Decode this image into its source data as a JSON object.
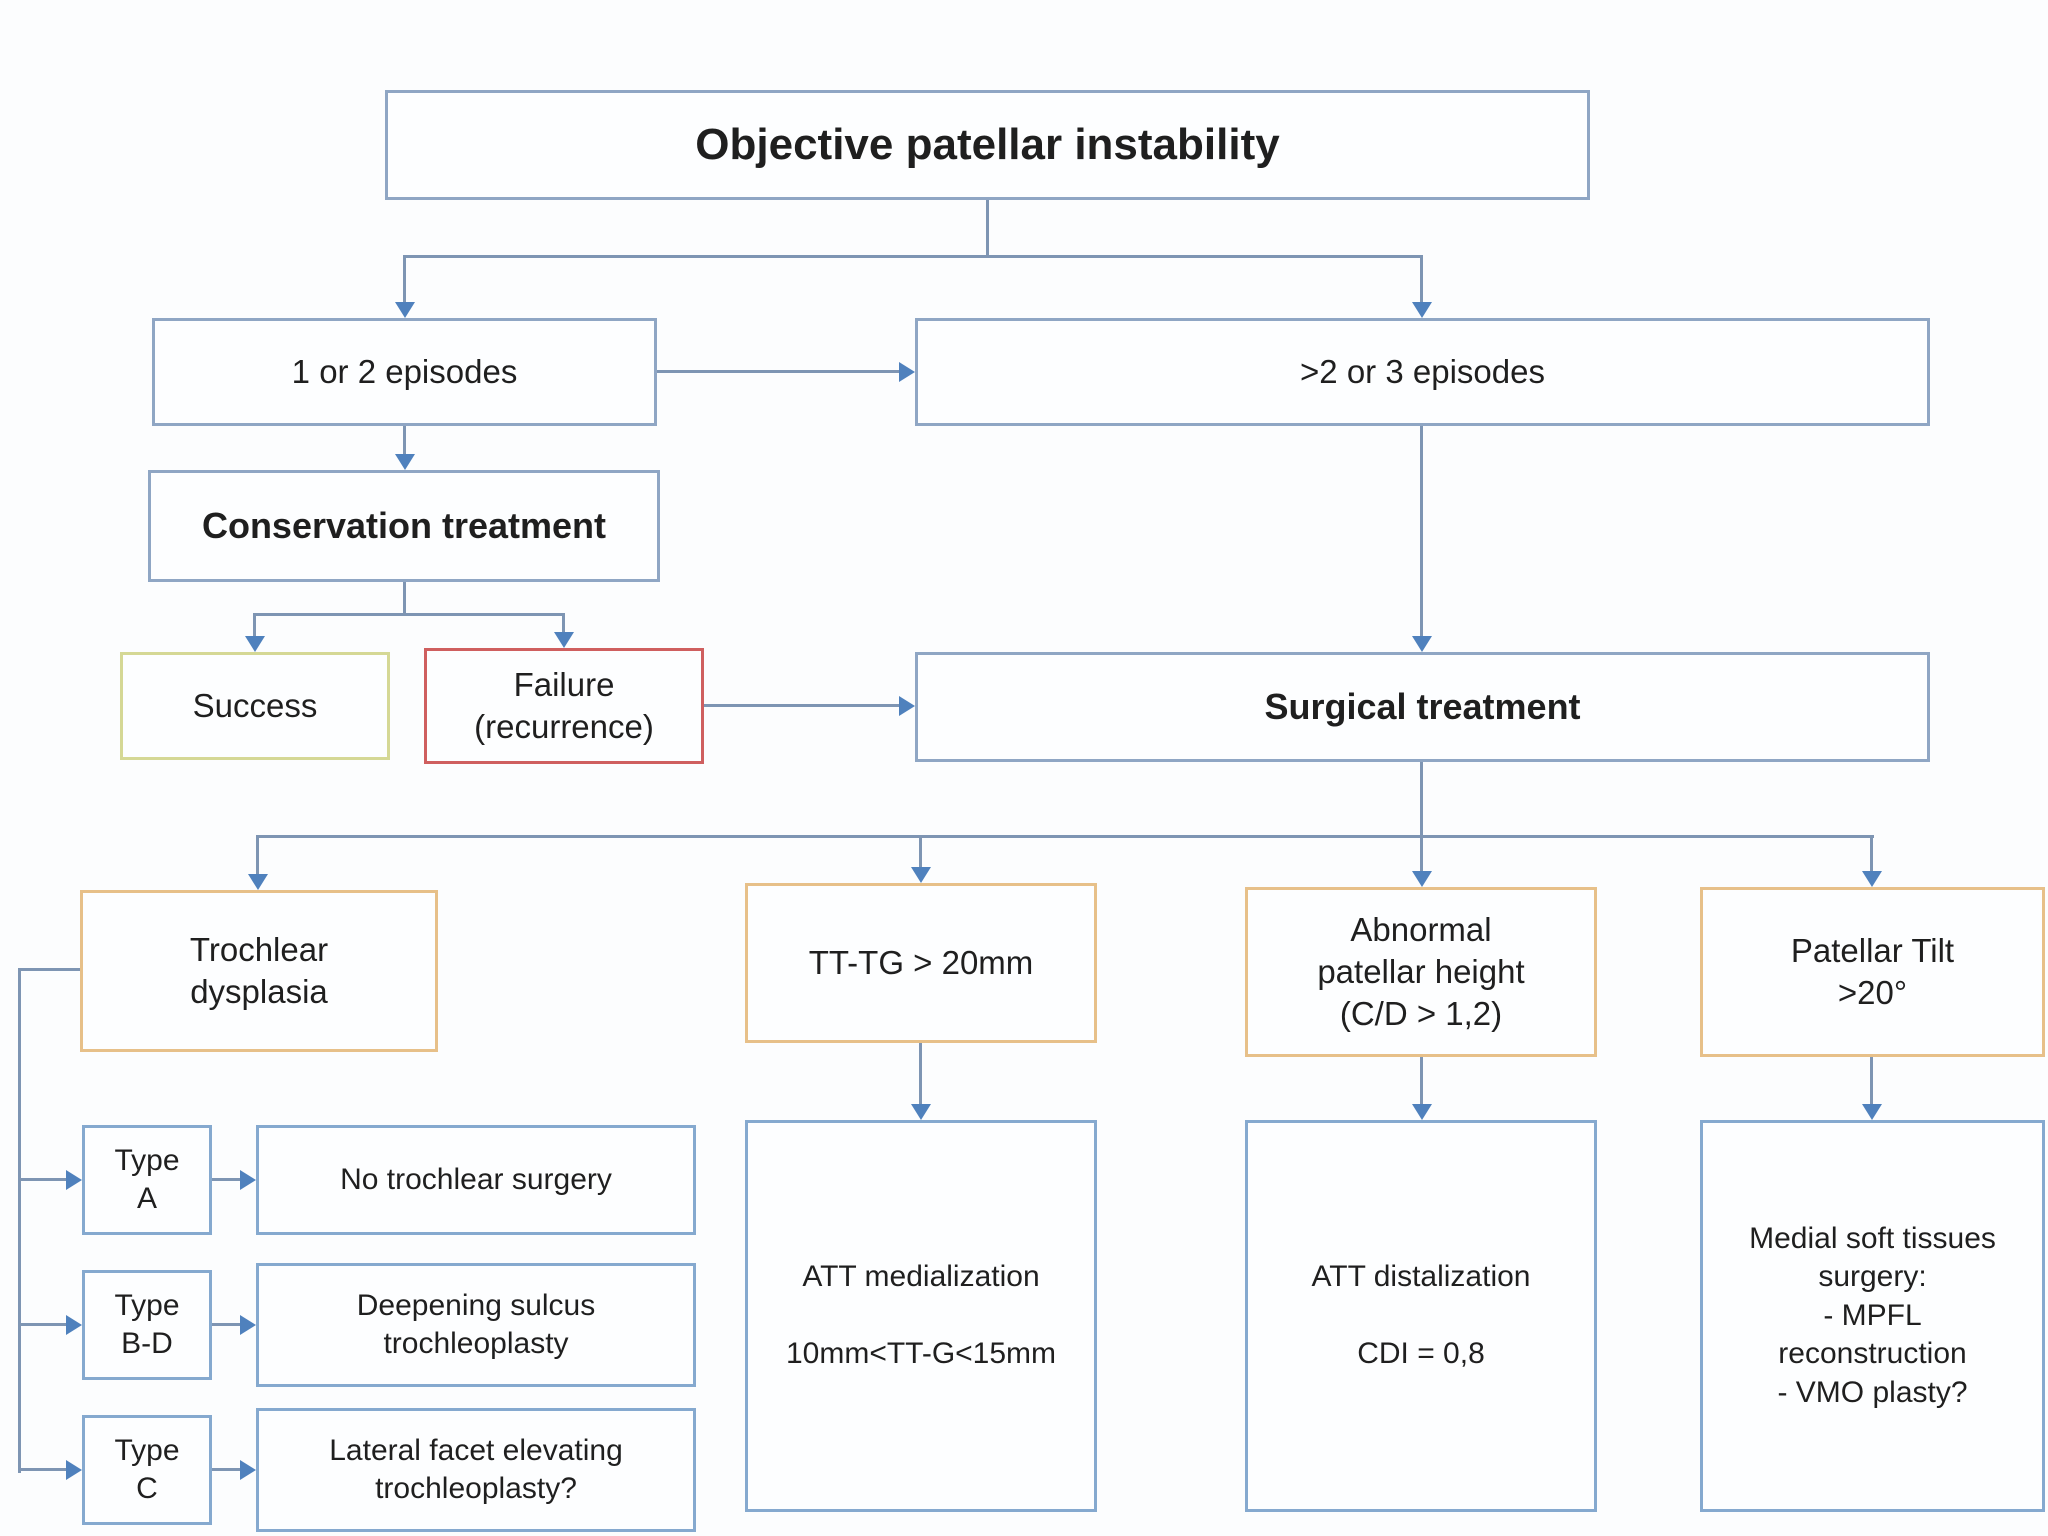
{
  "diagram": {
    "title": "Objective patellar instability",
    "nodes": {
      "episodes_1_2": {
        "label": "1 or 2 episodes"
      },
      "episodes_gt2_3": {
        "label": ">2 or 3 episodes"
      },
      "conservation": {
        "label": "Conservation treatment"
      },
      "success": {
        "label": "Success"
      },
      "failure": {
        "label": "Failure\n(recurrence)"
      },
      "surgical": {
        "label": "Surgical treatment"
      },
      "trochlear_dysplasia": {
        "label": "Trochlear\ndysplasia"
      },
      "tt_tg": {
        "label": "TT-TG > 20mm"
      },
      "abnormal_height": {
        "label": "Abnormal\npatellar height\n(C/D > 1,2)"
      },
      "patellar_tilt": {
        "label": "Patellar Tilt\n>20°"
      },
      "type_a": {
        "label": "Type\nA"
      },
      "no_trochlear_surgery": {
        "label": "No trochlear surgery"
      },
      "type_bd": {
        "label": "Type\nB-D"
      },
      "deepening_sulcus": {
        "label": "Deepening sulcus\ntrochleoplasty"
      },
      "type_c": {
        "label": "Type\nC"
      },
      "lateral_facet": {
        "label": "Lateral facet elevating\ntrochleoplasty?"
      },
      "att_medialization": {
        "label": "ATT medialization\n\n10mm<TT-G<15mm"
      },
      "att_distalization": {
        "label": "ATT distalization\n\nCDI = 0,8"
      },
      "medial_soft_tissues": {
        "label": "Medial soft tissues\nsurgery:\n- MPFL\nreconstruction\n- VMO plasty?"
      }
    },
    "colors": {
      "line": "#7e95b3",
      "arrow": "#4f81bd",
      "box_border_blue": "#8fa6c4",
      "box_border_blue_light": "#85a9cf",
      "box_border_orange": "#e7c089",
      "box_border_green": "#d5d895",
      "box_border_red": "#cf5f5f",
      "box_fill": "#fdfeff",
      "text": "#1f1f1f",
      "bg": "#fcfdfe"
    }
  }
}
